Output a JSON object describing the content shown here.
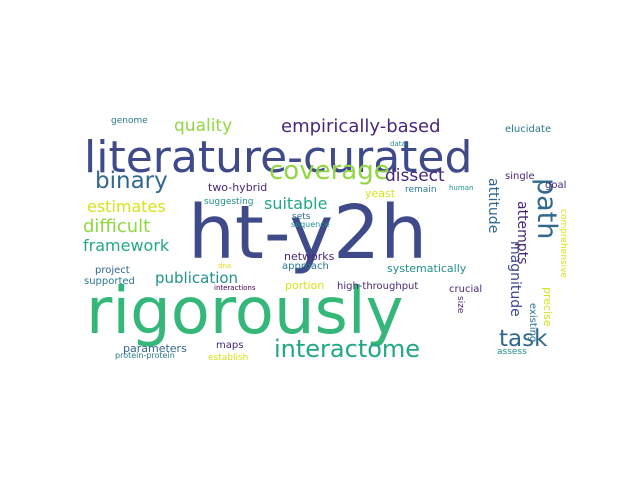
{
  "palette": {
    "navy": "#3e4a89",
    "purple": "#482878",
    "teal": "#2a788e",
    "blue": "#31688e",
    "cyan": "#21918c",
    "green": "#35b779",
    "sea": "#22a884",
    "lime": "#90d743",
    "yellow": "#d8e219",
    "dark": "#440154"
  },
  "words": {
    "w01": "ht-y2h",
    "w02": "rigorously",
    "w03": "literature-curated",
    "w04": "coverage",
    "w05": "interactome",
    "w06": "empirically-based",
    "w07": "binary",
    "w08": "path",
    "w09": "task",
    "w10": "quality",
    "w11": "dissect",
    "w12": "estimates",
    "w13": "suitable",
    "w14": "difficult",
    "w15": "framework",
    "w16": "publication",
    "w17": "magnitude",
    "w18": "attempts",
    "w19": "attitude",
    "w20": "two-hybrid",
    "w21": "yeast",
    "w22": "elucidate",
    "w23": "genome",
    "w24": "data",
    "w25": "single",
    "w26": "goal",
    "w27": "remain",
    "w28": "human",
    "w29": "suggesting",
    "w30": "sets",
    "w31": "sequence",
    "w32": "networks",
    "w33": "approach",
    "w34": "systematically",
    "w35": "project",
    "w36": "supported",
    "w37": "dna",
    "w38": "interactions",
    "w39": "portion",
    "w40": "high-throughput",
    "w41": "crucial",
    "w42": "parameters",
    "w43": "maps",
    "w44": "protein-protein",
    "w45": "establish",
    "w46": "size",
    "w47": "existing",
    "w48": "precise",
    "w49": "comprehensive",
    "w50": "assess"
  }
}
